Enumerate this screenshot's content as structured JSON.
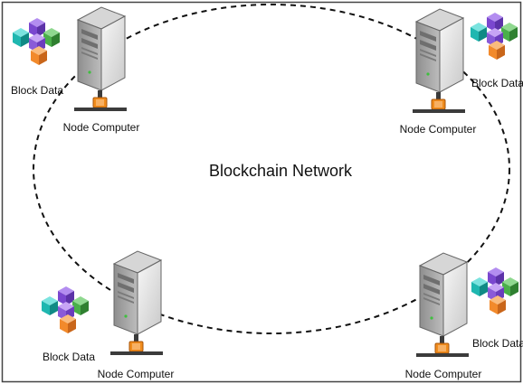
{
  "network": {
    "title": "Blockchain Network",
    "border_color": "#444444",
    "ring_color": "#111111"
  },
  "nodes": [
    {
      "id": "top-left",
      "computer_label": "Node Computer",
      "data_label": "Block Data"
    },
    {
      "id": "top-right",
      "computer_label": "Node Computer",
      "data_label": "Block Data"
    },
    {
      "id": "bottom-left",
      "computer_label": "Node Computer",
      "data_label": "Block Data"
    },
    {
      "id": "bottom-right",
      "computer_label": "Node Computer",
      "data_label": "Block Data"
    }
  ],
  "colors": {
    "server_front": "#e6e6e6",
    "server_side": "#9c9c9c",
    "server_top": "#cfcfcf",
    "connector": "#f08c1c",
    "cube_purple": "#8a5bd8",
    "cube_green": "#4ab04a",
    "cube_teal": "#1fb7b0",
    "cube_orange": "#f28a2b"
  }
}
